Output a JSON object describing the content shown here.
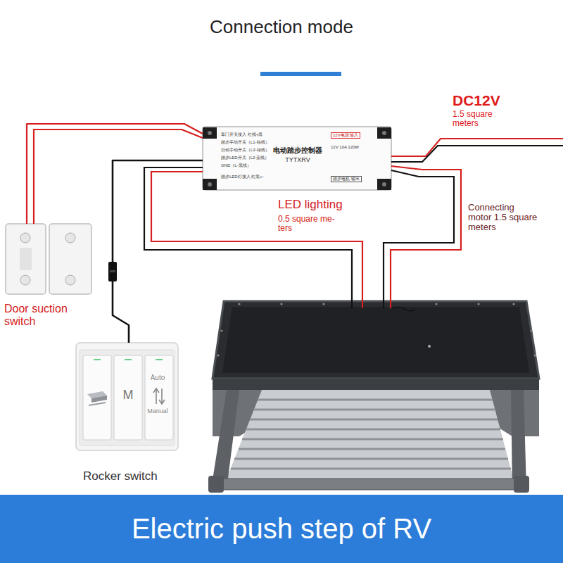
{
  "diagram": {
    "title": "Connection mode",
    "caption": "Electric push step of RV",
    "nodes": [
      {
        "text": [
          "电动踏步控制器",
          "TYTXRV",
          "车门开关接入 红线+黑",
          "踏步手动开关（L1-棕线）",
          "自动手动开关（L3-绿线）",
          "踏步LED开关（L2-蓝线）",
          "GND（L-黑线）",
          "踏步LED灯接入 红黑+-",
          "12V电源 输入",
          "12V 10A 120W",
          "踏步电机 输出"
        ]
      },
      {
        "text": [
          "Door suction switch"
        ]
      },
      {
        "text": [
          "M",
          "Auto",
          "Manual",
          "Rocker switch"
        ]
      }
    ],
    "edges": [
      {
        "from": 1,
        "to": 0,
        "arrow": "none"
      },
      {
        "from": 2,
        "to": 0,
        "arrow": "none"
      }
    ],
    "labels": [
      "DC12V",
      "1.5 square meters",
      "LED lighting",
      "0.5 square me- ters",
      "Connecting motor 1.5 square meters"
    ]
  }
}
